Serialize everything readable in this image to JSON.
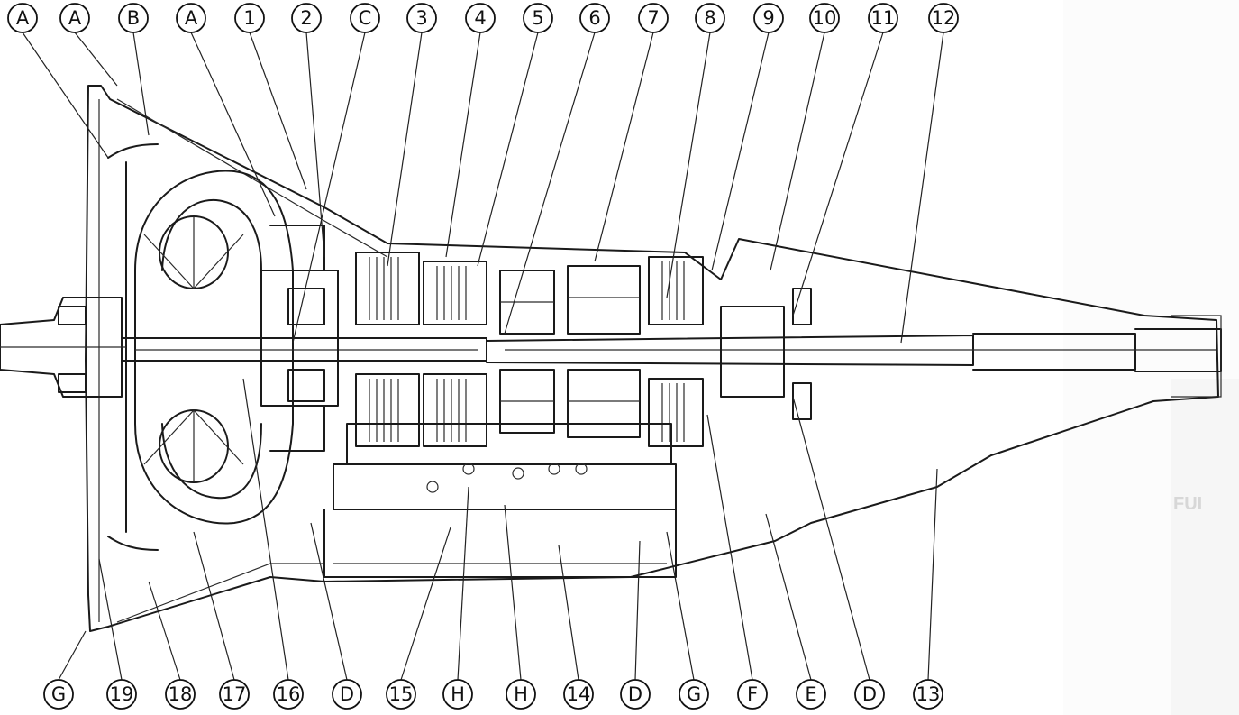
{
  "diagram": {
    "callouts_top": [
      "A",
      "A",
      "B",
      "A",
      "1",
      "2",
      "C",
      "3",
      "4",
      "5",
      "6",
      "7",
      "8",
      "9",
      "10",
      "11",
      "12"
    ],
    "callouts_bottom": [
      "G",
      "19",
      "18",
      "17",
      "16",
      "D",
      "15",
      "H",
      "H",
      "14",
      "D",
      "G",
      "F",
      "E",
      "D",
      "13"
    ]
  },
  "bleed": {
    "right_page_fragment": "FUI"
  },
  "colors": {
    "ink": "#1a1a1a",
    "paper": "#ffffff",
    "bleed": "#bdbdbd"
  }
}
